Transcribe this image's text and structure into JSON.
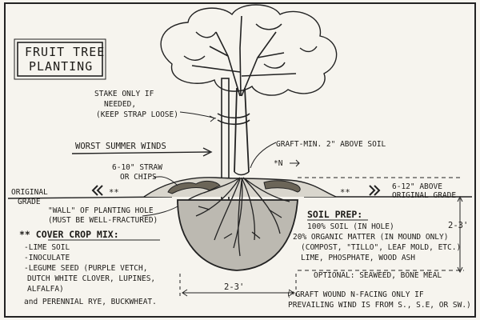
{
  "title": {
    "line1": "FRUIT TREE",
    "line2": "PLANTING"
  },
  "stake": {
    "line1": "STAKE ONLY IF",
    "line2": "NEEDED,",
    "line3": "(KEEP STRAP LOOSE)"
  },
  "winds": "WORST SUMMER WINDS",
  "graft": "GRAFT-MIN. 2\" ABOVE SOIL",
  "north": "*N",
  "straw": {
    "line1": "6-10\" STRAW",
    "line2": "OR CHIPS"
  },
  "original_grade_left": {
    "line1": "ORIGINAL",
    "line2": "GRADE"
  },
  "above_grade": {
    "line1": "6-12\" ABOVE",
    "line2": "ORIGINAL GRADE"
  },
  "wall": {
    "line1": "\"WALL\" OF PLANTING HOLE",
    "line2": "(MUST BE WELL-FRACTURED)"
  },
  "cover_crop": {
    "heading": "** COVER CROP MIX:",
    "items": [
      "-LIME SOIL",
      "-INOCULATE",
      "-LEGUME SEED (PURPLE VETCH,",
      "DUTCH WHITE CLOVER, LUPINES,",
      "ALFALFA)",
      "and PERENNIAL RYE, BUCKWHEAT."
    ]
  },
  "soil_prep": {
    "heading": "SOIL PREP:",
    "items": [
      "100% SOIL (IN HOLE)",
      "20% ORGANIC MATTER (IN MOUND ONLY)",
      "(COMPOST, \"TILLO\", LEAF MOLD, ETC.)",
      "LIME, PHOSPHATE, WOOD ASH"
    ],
    "optional": "OPTIONAL: SEAWEED, BONE MEAL",
    "note": [
      "(*GRAFT WOUND N-FACING ONLY IF",
      "PREVAILING WIND IS FROM S., S.E, OR SW.)"
    ]
  },
  "dims": {
    "depth": "2-3'",
    "width": "2-3'"
  },
  "markers": {
    "left": "**",
    "right": "**"
  }
}
